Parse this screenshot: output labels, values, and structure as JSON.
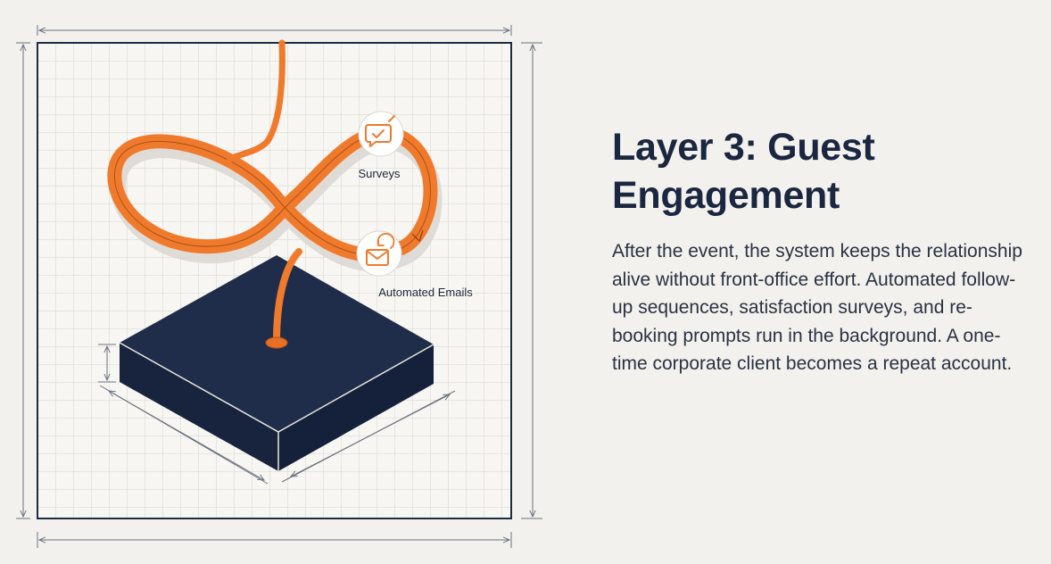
{
  "diagram": {
    "labels": {
      "surveys": "Surveys",
      "automated_emails": "Automated Emails"
    },
    "colors": {
      "background": "#f2f1ed",
      "grid": "#d6d5d0",
      "frame": "#1e2a44",
      "block_top": "#1f2d4a",
      "block_side": "#18243d",
      "loop": "#f07a2c",
      "loop_shadow": "#d8d6cf",
      "icon_fill": "#ffffff",
      "icon_accent": "#f07a2c",
      "dimension_lines": "#6b7180"
    },
    "icons": [
      "survey-chat-check-icon",
      "email-refresh-icon"
    ]
  },
  "text": {
    "heading": "Layer 3: Guest Engagement",
    "body": "After the event, the system keeps the relationship alive without front-office effort. Automated follow-up sequences, satisfaction surveys, and re-booking prompts run in the background. A one-time corporate client becomes a repeat account."
  }
}
